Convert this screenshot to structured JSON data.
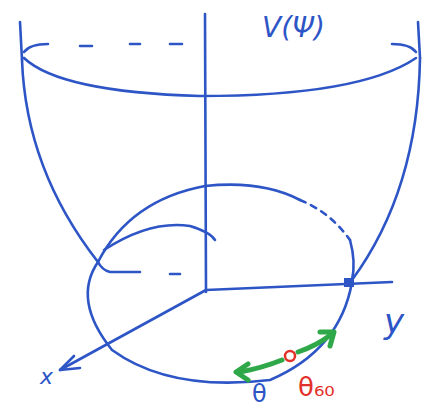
{
  "diagram": {
    "labels": [
      "V(Ψ)",
      "y",
      "x",
      "θ",
      "θ₆₀"
    ]
  }
}
